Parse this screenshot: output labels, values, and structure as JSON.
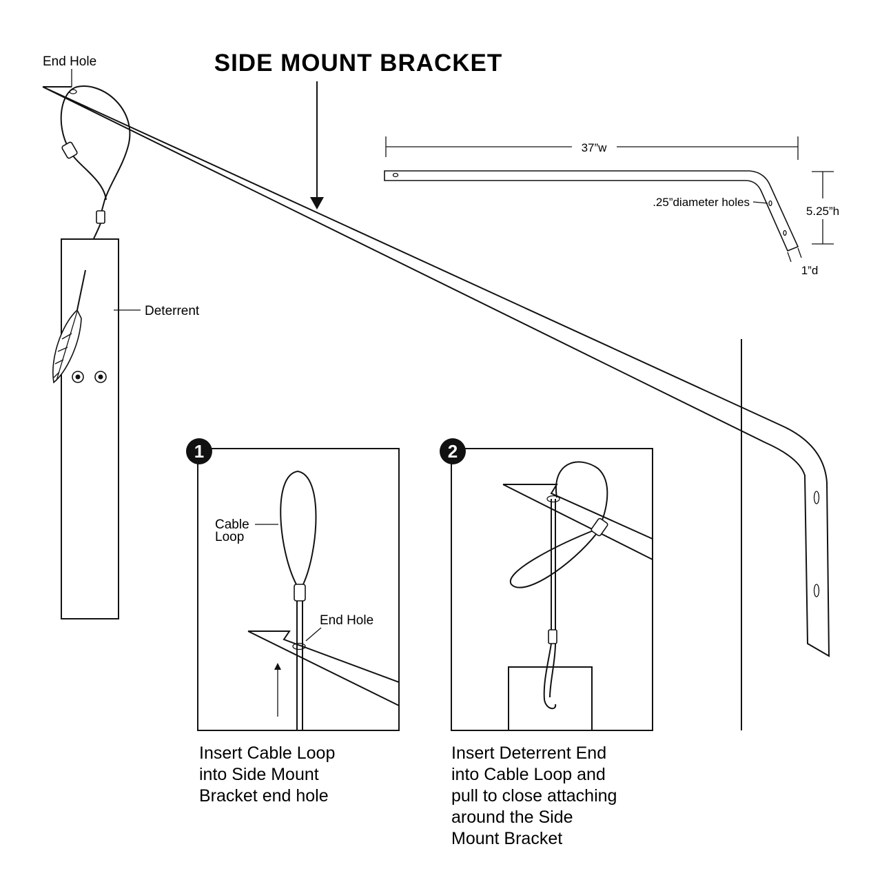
{
  "title": "SIDE MOUNT BRACKET",
  "labels": {
    "end_hole_top": "End Hole",
    "deterrent": "Deterrent",
    "width": "37”w",
    "holes": ".25”diameter holes",
    "height": "5.25”h",
    "depth": "1”d"
  },
  "steps": [
    {
      "number": "1",
      "callouts": {
        "cable_loop_1": "Cable",
        "cable_loop_2": "Loop",
        "end_hole": "End Hole"
      },
      "caption": [
        "Insert Cable Loop",
        "into Side Mount",
        "Bracket end hole"
      ]
    },
    {
      "number": "2",
      "caption": [
        "Insert Deterrent End",
        "into Cable Loop and",
        "pull to close attaching",
        "around the Side",
        "Mount Bracket"
      ]
    }
  ]
}
